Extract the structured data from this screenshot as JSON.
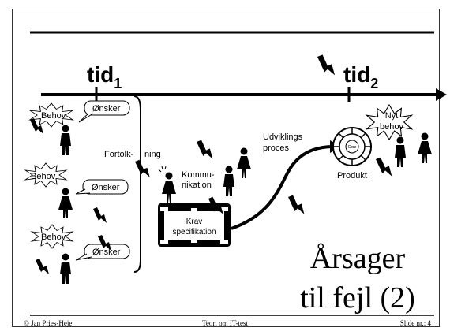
{
  "timeline": {
    "t1": {
      "label": "tid",
      "sub": "1"
    },
    "t2": {
      "label": "tid",
      "sub": "2"
    }
  },
  "labels": {
    "behov": "Behov",
    "onsker": "Ønsker",
    "fortolkning_a": "Fortolk-",
    "fortolkning_b": "ning",
    "kommu_a": "Kommu-",
    "kommu_b": "nikation",
    "krav_a": "Krav",
    "krav_b": "specifikation",
    "udv_a": "Udviklings",
    "udv_b": "proces",
    "produkt": "Produkt",
    "core": "Core",
    "nyt_a": "Nyt",
    "nyt_b": "behov"
  },
  "title": {
    "line1": "Årsager",
    "line2": "til fejl (2)"
  },
  "footer": {
    "left": "© Jan Pries-Heje",
    "center": "Teori om IT-test",
    "right": "Slide nr.: 4"
  },
  "colors": {
    "ink": "#000000",
    "background": "#ffffff"
  },
  "icons": [
    "lightning-icon",
    "person-male-icon",
    "person-female-icon",
    "starburst-icon",
    "speech-bubble-icon",
    "wheel-icon"
  ]
}
